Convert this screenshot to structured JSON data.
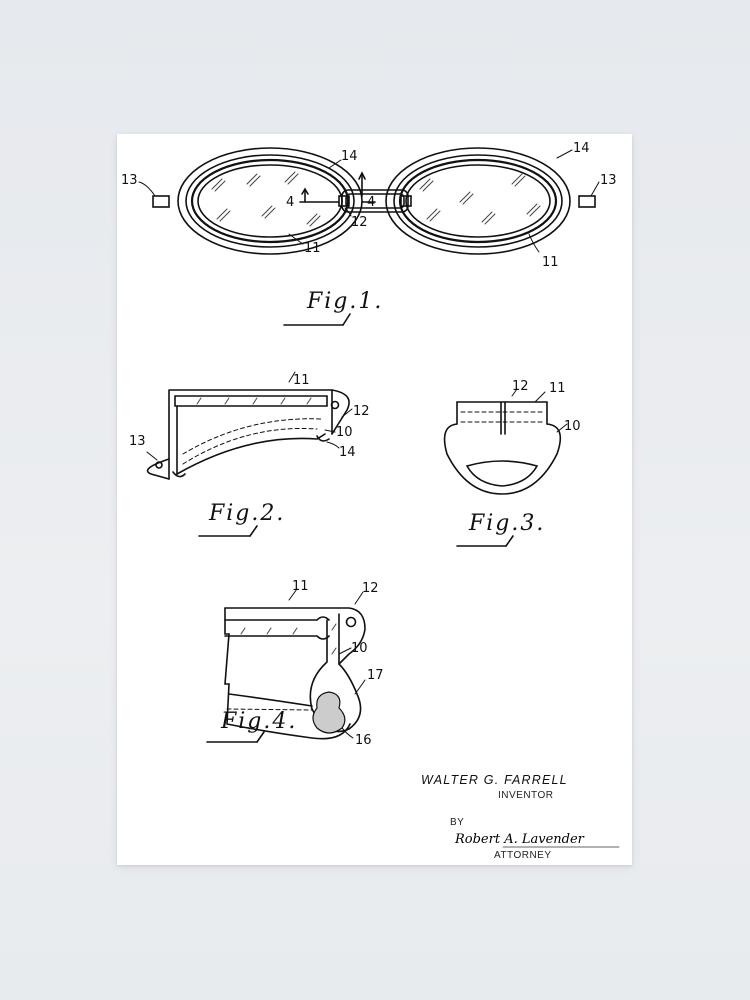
{
  "poster": {
    "subject": "Swimming goggles patent drawing",
    "figures": [
      {
        "id": "fig1",
        "caption": "Fig.1.",
        "labels": [
          "13",
          "14",
          "4",
          "4",
          "12",
          "11",
          "14",
          "13",
          "11"
        ]
      },
      {
        "id": "fig2",
        "caption": "Fig.2.",
        "labels": [
          "11",
          "12",
          "10",
          "13",
          "14"
        ]
      },
      {
        "id": "fig3",
        "caption": "Fig.3.",
        "labels": [
          "12",
          "11",
          "10"
        ]
      },
      {
        "id": "fig4",
        "caption": "Fig.4.",
        "labels": [
          "11",
          "12",
          "10",
          "17",
          "16"
        ]
      }
    ],
    "inventor": {
      "name": "WALTER G. FARRELL",
      "role": "INVENTOR"
    },
    "attorney": {
      "by": "BY",
      "signature": "Robert A. Lavender",
      "role": "ATTORNEY"
    }
  },
  "colors": {
    "wall": "#e9ecef",
    "paper": "#ffffff",
    "ink": "#111111"
  }
}
